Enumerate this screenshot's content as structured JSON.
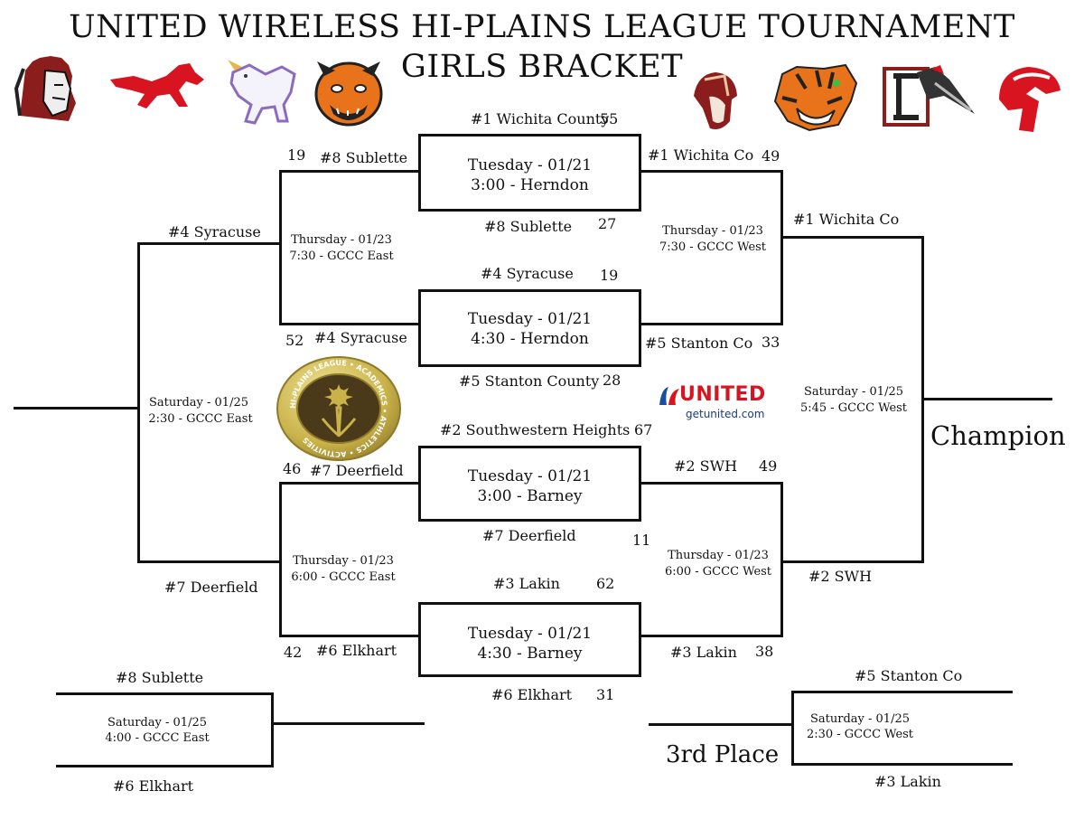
{
  "title": {
    "line1": "UNITED WIRELESS HI-PLAINS LEAGUE TOURNAMENT",
    "line2": "GIRLS BRACKET"
  },
  "round1": {
    "game1": {
      "top_team": "#1 Wichita County",
      "top_score": "55",
      "bottom_team": "#8 Sublette",
      "bottom_score": "27",
      "day": "Tuesday - 01/21",
      "time": "3:00 - Herndon"
    },
    "game2": {
      "top_team": "#4 Syracuse",
      "top_score": "19",
      "bottom_team": "#5 Stanton County",
      "bottom_score": "28",
      "day": "Tuesday - 01/21",
      "time": "4:30 - Herndon"
    },
    "game3": {
      "top_team": "#2 Southwestern Heights",
      "top_score": "67",
      "bottom_team": "#7 Deerfield",
      "bottom_score": "11",
      "day": "Tuesday - 01/21",
      "time": "3:00 - Barney"
    },
    "game4": {
      "top_team": "#3 Lakin",
      "top_score": "62",
      "bottom_team": "#6 Elkhart",
      "bottom_score": "31",
      "day": "Tuesday - 01/21",
      "time": "4:30 - Barney"
    }
  },
  "consolation_semis": {
    "top": {
      "team1": "#8 Sublette",
      "score1": "19",
      "team2": "#4 Syracuse",
      "score2": "52",
      "day": "Thursday - 01/23",
      "time": "7:30 - GCCC East"
    },
    "bottom": {
      "team1": "#7 Deerfield",
      "score1": "46",
      "team2": "#6 Elkhart",
      "score2": "42",
      "day": "Thursday - 01/23",
      "time": "6:00 - GCCC East"
    }
  },
  "consolation_final": {
    "team1": "#4 Syracuse",
    "team2": "#7 Deerfield",
    "day": "Saturday - 01/25",
    "time": "2:30 - GCCC East"
  },
  "semis": {
    "top": {
      "team1": "#1 Wichita Co",
      "score1": "49",
      "team2": "#5 Stanton Co",
      "score2": "33",
      "day": "Thursday - 01/23",
      "time": "7:30 - GCCC West"
    },
    "bottom": {
      "team1": "#2  SWH",
      "score1": "49",
      "team2": "#3 Lakin",
      "score2": "38",
      "day": "Thursday - 01/23",
      "time": "6:00 - GCCC West"
    }
  },
  "final": {
    "team1": "#1 Wichita Co",
    "team2": "#2  SWH",
    "day": "Saturday - 01/25",
    "time": "5:45 - GCCC West",
    "champion_label": "Champion"
  },
  "seventh_place": {
    "team1": "#8 Sublette",
    "team2": "#6 Elkhart",
    "day": "Saturday - 01/25",
    "time": "4:00 - GCCC East"
  },
  "third_place": {
    "team1": "#5 Stanton Co",
    "team2": "#3 Lakin",
    "day": "Saturday - 01/25",
    "time": "2:30 - GCCC West",
    "label": "3rd Place"
  },
  "sponsor": {
    "name": "UNITED",
    "url": "getunited.com"
  },
  "seal": {
    "text": "HI-PLAINS LEAGUE • ACADEMICS • ATHLETICS • ACTIVITIES"
  },
  "colors": {
    "line": "#111111",
    "red": "#d7141f",
    "orange": "#e8731a",
    "purple": "#8a6bbf",
    "gold": "#c9b24a",
    "maroon": "#8c1d1d"
  },
  "logos": [
    "indian-head-icon",
    "red-mustang-icon",
    "purple-horse-icon",
    "orange-bulldog-icon",
    "maroon-trojan-icon",
    "orange-tiger-icon",
    "elkhart-e-woodpecker-icon",
    "red-spartan-icon"
  ]
}
